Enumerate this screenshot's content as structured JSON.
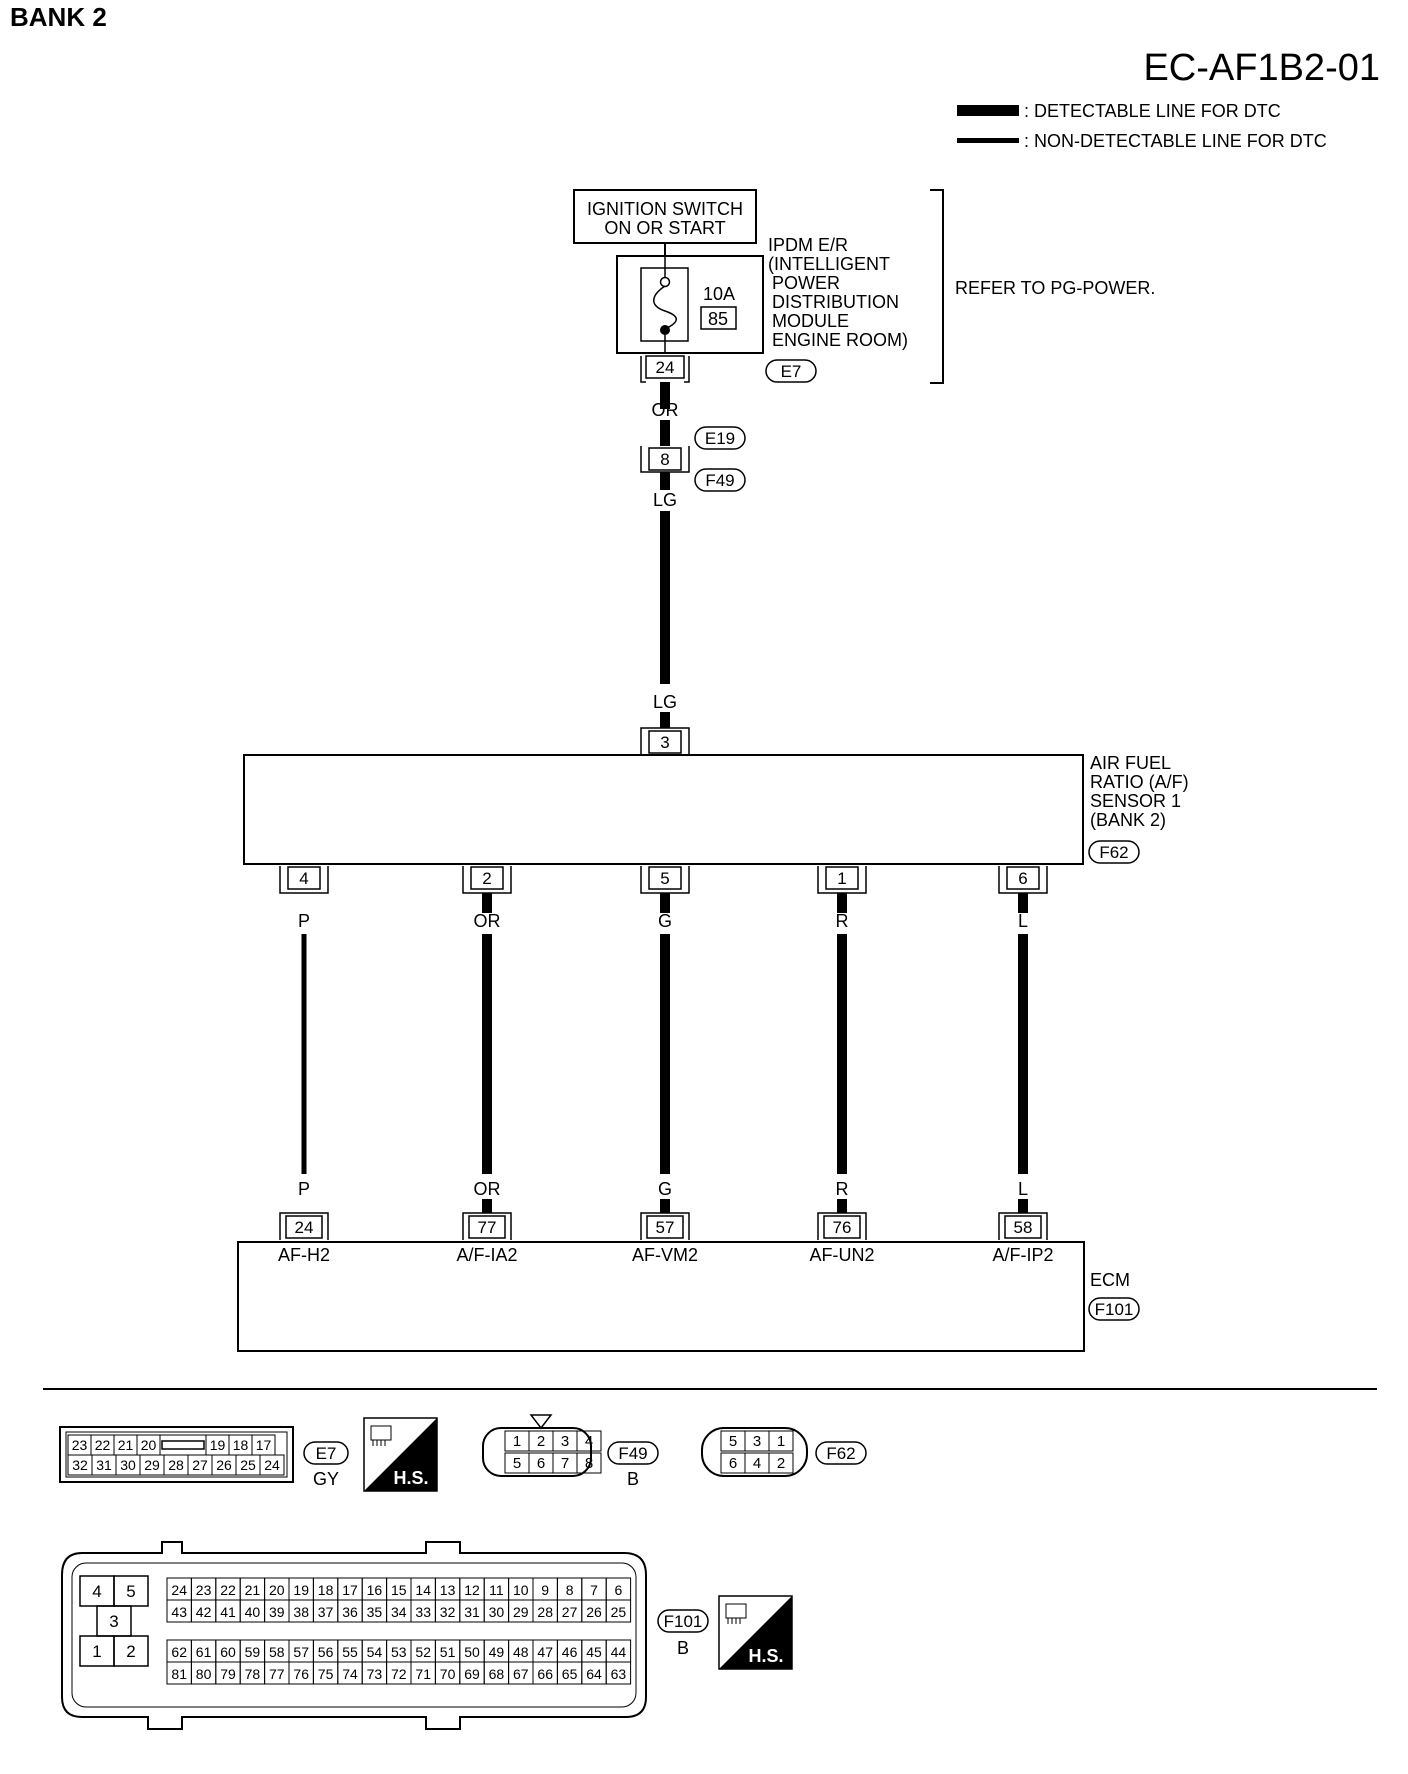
{
  "header": {
    "bank_label": "BANK 2",
    "diagram_code": "EC-AF1B2-01",
    "legend": {
      "detectable": ": DETECTABLE LINE FOR DTC",
      "non_detectable": ": NON-DETECTABLE LINE FOR DTC"
    }
  },
  "ignition": {
    "line1": "IGNITION SWITCH",
    "line2": "ON OR START"
  },
  "ipdm": {
    "lines": [
      "IPDM E/R",
      "(INTELLIGENT",
      "POWER",
      "DISTRIBUTION",
      "MODULE",
      "ENGINE ROOM)"
    ],
    "fuse_rating": "10A",
    "fuse_number": "85",
    "pin": "24",
    "connector": "E7"
  },
  "refer_text": "REFER TO PG-POWER.",
  "joint": {
    "color_top": "OR",
    "connector_top": "E19",
    "pin": "8",
    "connector_bottom": "F49",
    "color_bottom": "LG"
  },
  "sensor": {
    "wire_color": "LG",
    "input_pin": "3",
    "lines": [
      "AIR FUEL",
      "RATIO (A/F)",
      "SENSOR 1",
      "(BANK 2)"
    ],
    "connector": "F62"
  },
  "wires": [
    {
      "sensor_pin": "4",
      "color": "P",
      "ecm_pin": "24",
      "ecm_label": "AF-H2",
      "type": "non_detectable"
    },
    {
      "sensor_pin": "2",
      "color": "OR",
      "ecm_pin": "77",
      "ecm_label": "A/F-IA2",
      "type": "detectable"
    },
    {
      "sensor_pin": "5",
      "color": "G",
      "ecm_pin": "57",
      "ecm_label": "AF-VM2",
      "type": "detectable"
    },
    {
      "sensor_pin": "1",
      "color": "R",
      "ecm_pin": "76",
      "ecm_label": "AF-UN2",
      "type": "detectable"
    },
    {
      "sensor_pin": "6",
      "color": "L",
      "ecm_pin": "58",
      "ecm_label": "A/F-IP2",
      "type": "detectable"
    }
  ],
  "ecm": {
    "label": "ECM",
    "connector": "F101"
  },
  "connectors": {
    "e7": {
      "top_row": [
        "23",
        "22",
        "21",
        "20",
        "",
        "19",
        "18",
        "17"
      ],
      "bottom_row": [
        "32",
        "31",
        "30",
        "29",
        "28",
        "27",
        "26",
        "25",
        "24"
      ],
      "id": "E7",
      "color": "GY",
      "hs_label": "H.S."
    },
    "f49": {
      "top_row": [
        "1",
        "2",
        "3",
        "4"
      ],
      "bottom_row": [
        "5",
        "6",
        "7",
        "8"
      ],
      "id": "F49",
      "color": "B"
    },
    "f62": {
      "top_row": [
        "5",
        "3",
        "1"
      ],
      "bottom_row": [
        "6",
        "4",
        "2"
      ],
      "id": "F62"
    },
    "f101": {
      "left_block": [
        "4",
        "5",
        "3",
        "1",
        "2"
      ],
      "row1": [
        "24",
        "23",
        "22",
        "21",
        "20",
        "19",
        "18",
        "17",
        "16",
        "15",
        "14",
        "13",
        "12",
        "11",
        "10",
        "9",
        "8",
        "7",
        "6"
      ],
      "row2": [
        "43",
        "42",
        "41",
        "40",
        "39",
        "38",
        "37",
        "36",
        "35",
        "34",
        "33",
        "32",
        "31",
        "30",
        "29",
        "28",
        "27",
        "26",
        "25"
      ],
      "row3": [
        "62",
        "61",
        "60",
        "59",
        "58",
        "57",
        "56",
        "55",
        "54",
        "53",
        "52",
        "51",
        "50",
        "49",
        "48",
        "47",
        "46",
        "45",
        "44"
      ],
      "row4": [
        "81",
        "80",
        "79",
        "78",
        "77",
        "76",
        "75",
        "74",
        "73",
        "72",
        "71",
        "70",
        "69",
        "68",
        "67",
        "66",
        "65",
        "64",
        "63"
      ],
      "id": "F101",
      "color": "B",
      "hs_label": "H.S."
    }
  }
}
